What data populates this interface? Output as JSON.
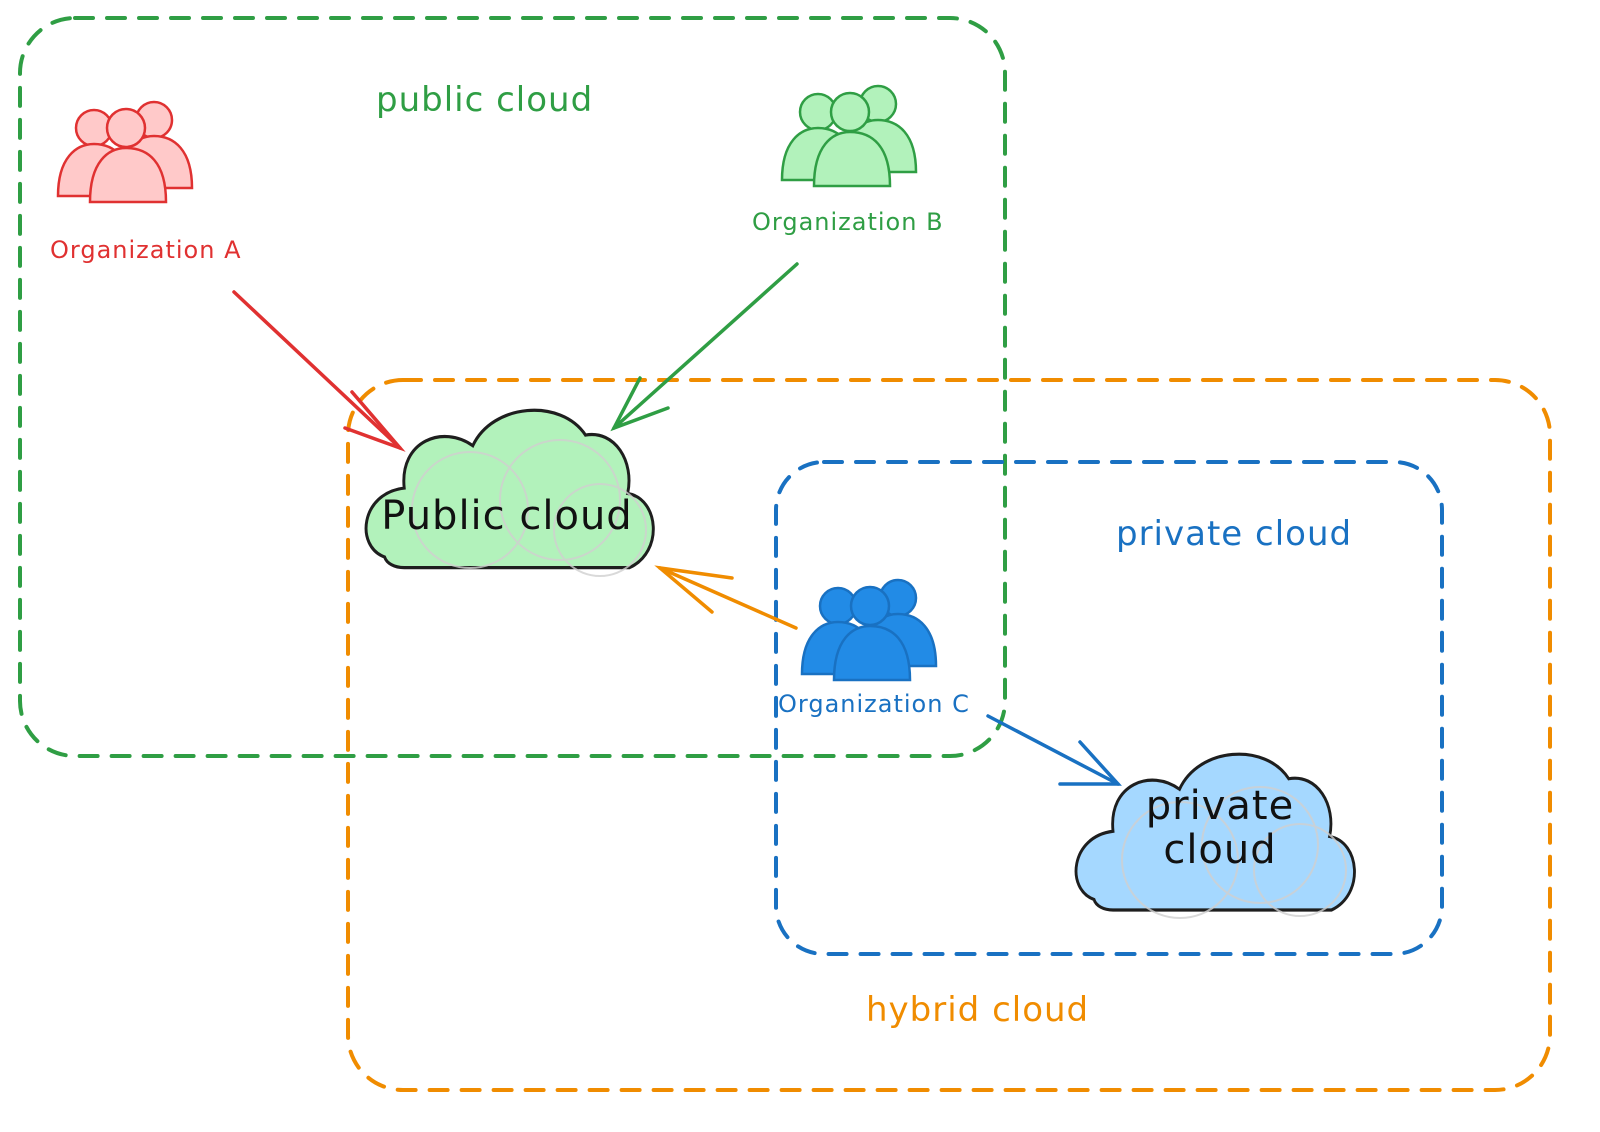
{
  "colors": {
    "public_zone": "#2f9e44",
    "hybrid_zone": "#f08c00",
    "private_zone": "#1971c2",
    "org_a": "#e03131",
    "org_a_fill": "#ffc9c9",
    "org_b": "#2f9e44",
    "org_b_fill": "#b2f2bb",
    "org_c": "#1971c2",
    "org_c_fill": "#228be6",
    "public_cloud_fill": "#b2f2bb",
    "private_cloud_fill": "#a5d8ff",
    "cloud_stroke": "#1e1e1e"
  },
  "zones": {
    "public": {
      "label": "public cloud"
    },
    "hybrid": {
      "label": "hybrid cloud"
    },
    "private": {
      "label": "private cloud"
    }
  },
  "organizations": [
    {
      "id": "a",
      "label": "Organization A",
      "icon": "users-group-icon"
    },
    {
      "id": "b",
      "label": "Organization B",
      "icon": "users-group-icon"
    },
    {
      "id": "c",
      "label": "Organization C",
      "icon": "users-group-icon"
    }
  ],
  "clouds": {
    "public": {
      "label": "Public cloud",
      "icon": "cloud-icon"
    },
    "private": {
      "line1": "private",
      "line2": "cloud",
      "icon": "cloud-icon"
    }
  },
  "connections": [
    {
      "from": "Organization A",
      "to": "Public cloud"
    },
    {
      "from": "Organization B",
      "to": "Public cloud"
    },
    {
      "from": "Organization C",
      "to": "Public cloud"
    },
    {
      "from": "Organization C",
      "to": "private cloud"
    }
  ]
}
